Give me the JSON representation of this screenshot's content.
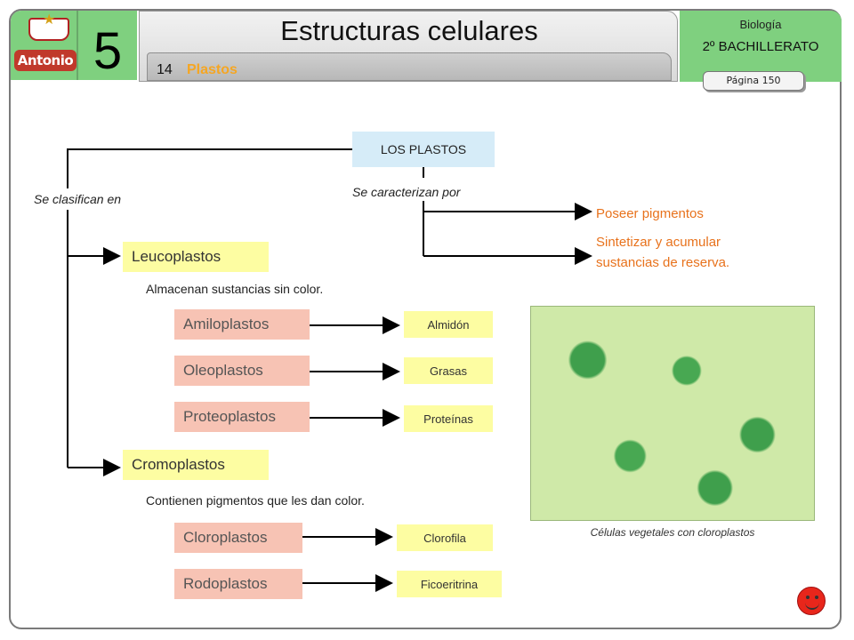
{
  "header": {
    "logo_text": "Antonio",
    "unit_number": "5",
    "title": "Estructuras celulares",
    "section_number": "14",
    "section_name": "Plastos",
    "subject": "Biología",
    "level": "2º BACHILLERATO",
    "page": "Página 150"
  },
  "diagram": {
    "root": "LOS PLASTOS",
    "classify_label": "Se clasifican en",
    "characterize_label": "Se caracterizan por",
    "characteristics": [
      "Poseer pigmentos",
      "Sintetizar y acumular",
      "sustancias de reserva."
    ],
    "leucoplastos": {
      "label": "Leucoplastos",
      "description": "Almacenan sustancias sin color.",
      "types": [
        {
          "name": "Amiloplastos",
          "product": "Almidón"
        },
        {
          "name": "Oleoplastos",
          "product": "Grasas"
        },
        {
          "name": "Proteoplastos",
          "product": "Proteínas"
        }
      ]
    },
    "cromoplastos": {
      "label": "Cromoplastos",
      "description": "Contienen pigmentos que les dan color.",
      "types": [
        {
          "name": "Cloroplastos",
          "product": "Clorofila"
        },
        {
          "name": "Rodoplastos",
          "product": "Ficoeritrina"
        }
      ]
    }
  },
  "image": {
    "caption": "Células vegetales con cloroplastos"
  },
  "colors": {
    "header_green": "#7fd07f",
    "category_yellow": "#fdfda2",
    "subtype_salmon": "#f7c3b4",
    "root_blue": "#d6ecf8",
    "accent_orange": "#e8721c"
  }
}
